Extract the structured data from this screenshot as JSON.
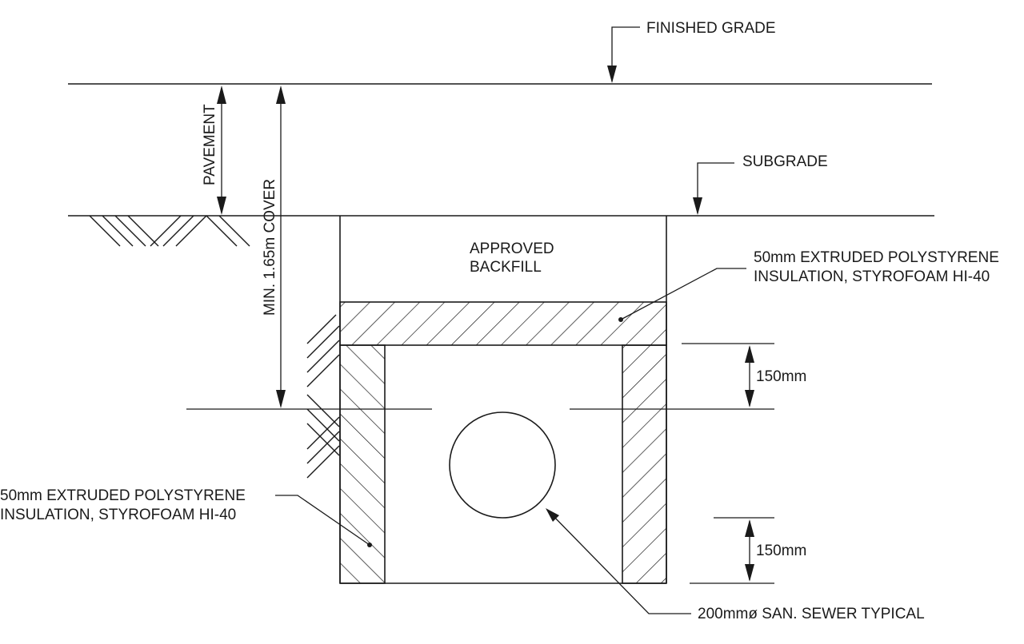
{
  "labels": {
    "finished_grade": "FINISHED GRADE",
    "subgrade": "SUBGRADE",
    "pavement": "PAVEMENT",
    "cover": "MIN. 1.65m COVER",
    "approved_backfill_line1": "APPROVED",
    "approved_backfill_line2": "BACKFILL",
    "insulation_right_line1": "50mm EXTRUDED POLYSTYRENE",
    "insulation_right_line2": "INSULATION, STYROFOAM HI-40",
    "insulation_left_line1": "50mm EXTRUDED POLYSTYRENE",
    "insulation_left_line2": "INSULATION, STYROFOAM HI-40",
    "dim_top": "150mm",
    "dim_bottom": "150mm",
    "sewer": "200mmø SAN. SEWER TYPICAL"
  }
}
